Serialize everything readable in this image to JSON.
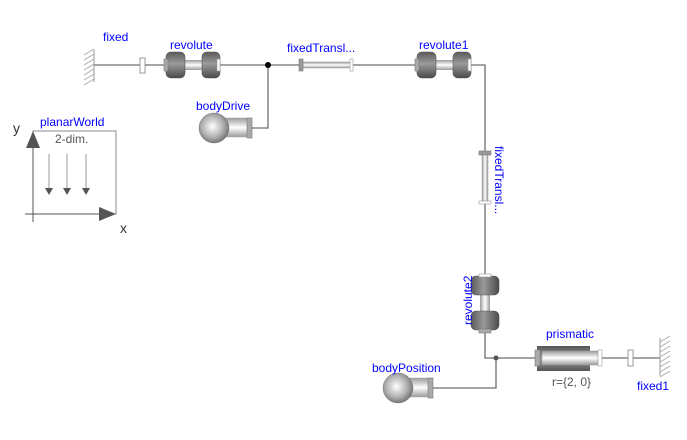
{
  "diagram": {
    "components": {
      "fixed": {
        "name": "fixed"
      },
      "revolute": {
        "name": "revolute"
      },
      "fixedTranslation": {
        "name": "fixedTransl..."
      },
      "revolute1": {
        "name": "revolute1"
      },
      "bodyDrive": {
        "name": "bodyDrive"
      },
      "planarWorld": {
        "name": "planarWorld",
        "subtitle": "2-dim.",
        "axis_y": "y",
        "axis_x": "x"
      },
      "fixedTranslation1": {
        "name": "fixedTransl..."
      },
      "revolute2": {
        "name": "revolute2"
      },
      "prismatic": {
        "name": "prismatic",
        "parameter": "r={2, 0}"
      },
      "bodyPosition": {
        "name": "bodyPosition"
      },
      "fixed1": {
        "name": "fixed1"
      }
    },
    "colors": {
      "label": "#0000ff",
      "wire": "#6e6e6e",
      "parameter": "#555555"
    }
  }
}
